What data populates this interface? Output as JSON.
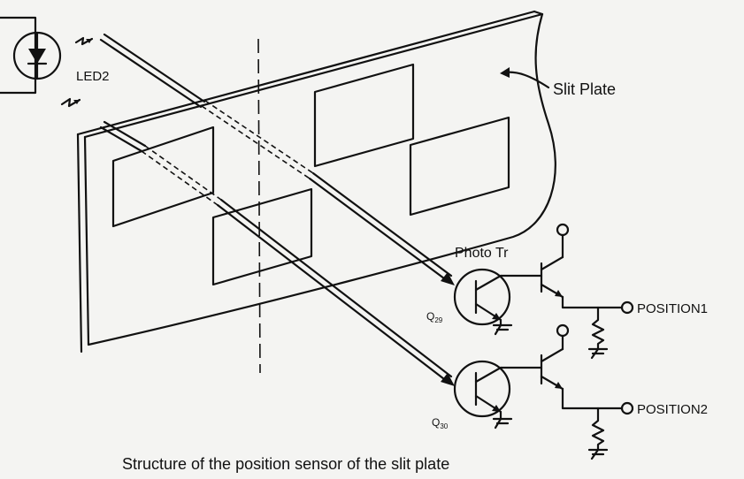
{
  "labels": {
    "led": "LED2",
    "slit_plate": "Slit Plate",
    "photo_tr": "Photo Tr",
    "q29": "Q",
    "q29_sub": "29",
    "q30": "Q",
    "q30_sub": "30",
    "position1": "POSITION1",
    "position2": "POSITION2",
    "caption": "Structure of the position sensor of the slit plate"
  },
  "colors": {
    "ink": "#111111",
    "paper": "#f4f4f2"
  }
}
